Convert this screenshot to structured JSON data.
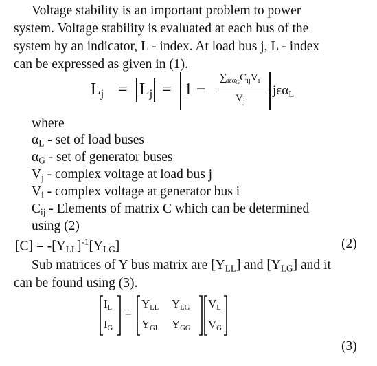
{
  "paragraph_1": {
    "line_1": "Voltage stability is an important problem to  power",
    "line_2": "system.  Voltage stability is evaluated at each bus of the",
    "line_3": "system by an indicator, L - index. At load bus j, L - index",
    "line_4": "can be expressed as given in (1)."
  },
  "equation_1": {
    "lhs": "L",
    "lhs_sub": "j",
    "equals": "=",
    "one_minus": "1 −",
    "numerator": "∑",
    "numerator_sum_sub": "iεα",
    "numerator_sum_subsub": "G",
    "numerator_term": "C",
    "numerator_term_sub": "ij",
    "numerator_v": "V",
    "numerator_v_sub": "i",
    "denominator": "V",
    "denominator_sub": "j",
    "domain": "jεα",
    "domain_sub": "L"
  },
  "definitions": {
    "where": "where",
    "alpha_l_sym": "α",
    "alpha_l_sub": "L",
    "alpha_l_text": " - set of load buses",
    "alpha_g_sym": "α",
    "alpha_g_sub": "G",
    "alpha_g_text": " - set of generator buses",
    "vj_sym": "V",
    "vj_sub": "j",
    "vj_text": " - complex voltage at load bus j",
    "vi_sym": "V",
    "vi_sub": "i",
    "vi_text": " - complex voltage at generator bus i",
    "cij_sym": "C",
    "cij_sub": "ij",
    "cij_text": " - Elements of matrix C which can be determined",
    "cij_text_2": "using (2)"
  },
  "equation_2": {
    "lhs": "[C] = -[Y",
    "yll_sub": "LL",
    "inv": "]",
    "inv_sup": "-1",
    "ylg_open": "[Y",
    "ylg_sub": "LG",
    "ylg_close": "]",
    "number": "(2)"
  },
  "paragraph_2": {
    "line_1_a": "Sub matrices of Y bus matrix are [Y",
    "line_1_sub_a": "LL",
    "line_1_b": "] and [Y",
    "line_1_sub_b": "LG",
    "line_1_c": "] and it",
    "line_2": "can be found using (3)."
  },
  "equation_3": {
    "vec_l": "I",
    "vec_l_sub": "L",
    "vec_g": "I",
    "vec_g_sub": "G",
    "equals": "=",
    "m11": "Y",
    "m11_sub": "LL",
    "m12": "Y",
    "m12_sub": "LG",
    "m21": "Y",
    "m21_sub": "GL",
    "m22": "Y",
    "m22_sub": "GG",
    "v1": "V",
    "v1_sub": "L",
    "v2": "V",
    "v2_sub": "G",
    "number": "(3)"
  }
}
